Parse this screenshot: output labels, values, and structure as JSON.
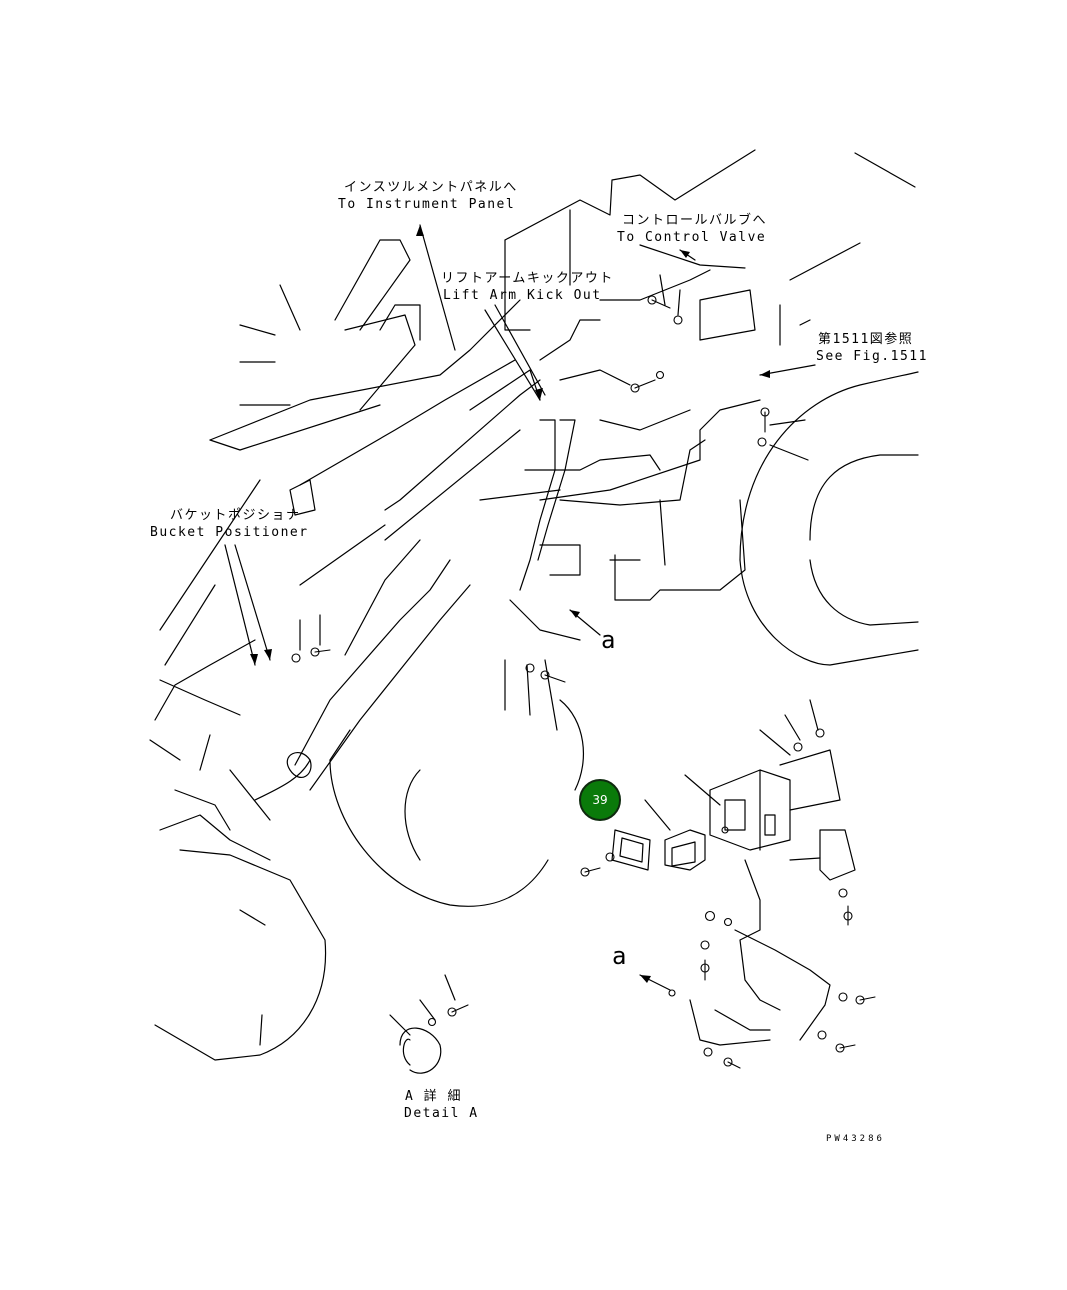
{
  "labels": {
    "instrument_panel_jp": "インスツルメントパネルへ",
    "instrument_panel_en": "To Instrument Panel",
    "control_valve_jp": "コントロールバルブへ",
    "control_valve_en": "To Control Valve",
    "kick_out_jp": "リフトアームキックアウト",
    "kick_out_en": "Lift Arm Kick Out",
    "see_fig_jp": "第1511図参照",
    "see_fig_en": "See Fig.1511",
    "bucket_positioner_jp": "バケットポジショナ",
    "bucket_positioner_en": "Bucket Positioner",
    "detail_a_jp": "A 詳 細",
    "detail_a_en": "Detail A",
    "view_ref_1": "a",
    "view_ref_2": "a",
    "drawing_number": "PW43286"
  },
  "callouts": [
    {
      "number": "39",
      "color": "#0a7a0a"
    }
  ]
}
